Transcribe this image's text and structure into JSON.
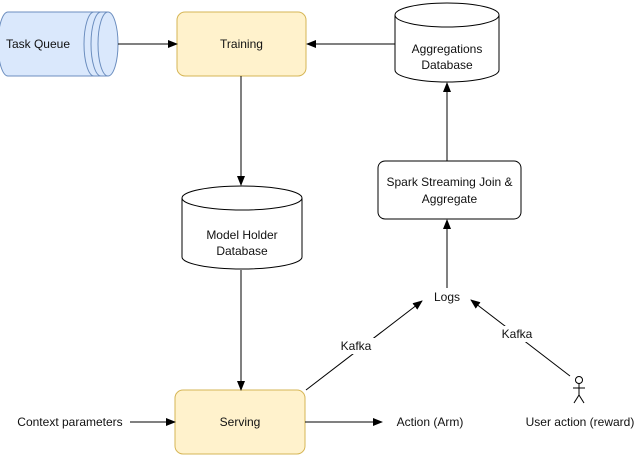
{
  "nodes": {
    "task_queue": "Task Queue",
    "training": "Training",
    "aggregations_db": [
      "Aggregations",
      "Database"
    ],
    "model_holder_db": [
      "Model Holder",
      "Database"
    ],
    "spark": [
      "Spark Streaming Join &",
      "Aggregate"
    ],
    "logs": "Logs",
    "serving": "Serving",
    "context_parameters": "Context parameters",
    "action_arm": "Action (Arm)",
    "user_action": "User action (reward)"
  },
  "edges": {
    "kafka_left": "Kafka",
    "kafka_right": "Kafka"
  },
  "colors": {
    "process_fill": "#fff2cc",
    "process_stroke": "#d6b656",
    "queue_fill": "#dae8fc",
    "queue_stroke": "#6c8ebf",
    "line": "#000000"
  }
}
